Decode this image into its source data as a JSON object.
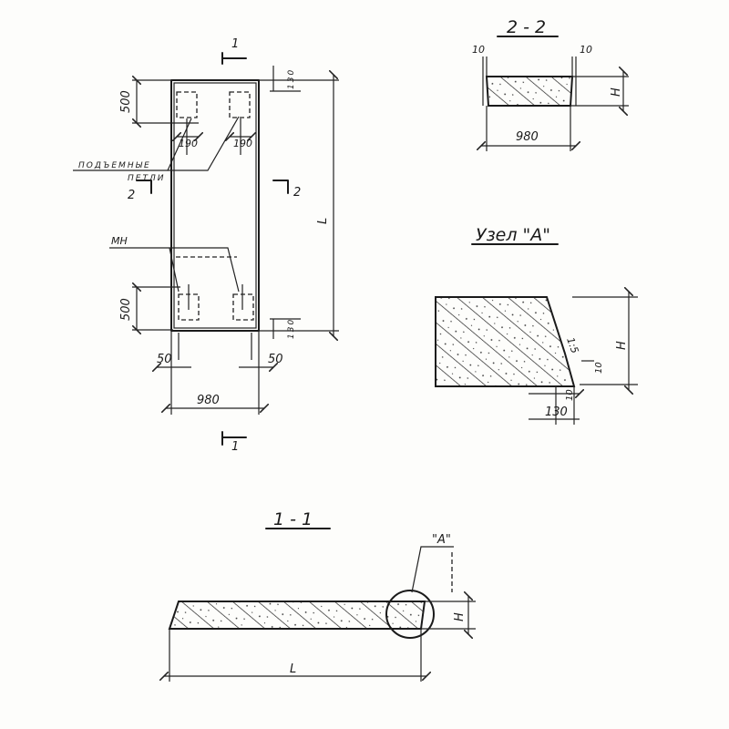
{
  "plan": {
    "section_mark_top": "1",
    "section_mark_bottom": "1",
    "section_mark_left": "2",
    "section_mark_right": "2",
    "dim_width": "980",
    "dim_length": "L",
    "dim_top_loops": "500",
    "dim_bottom_loops": "500",
    "dim_top_edge": "130",
    "dim_bottom_edge": "130",
    "dim_loop_left": "190",
    "dim_loop_right": "190",
    "dim_side_left": "50",
    "dim_side_right": "50",
    "label_loops_line1": "ПОДЪЕМНЫЕ",
    "label_loops_line2": "ПЕТЛИ",
    "label_mesh": "МН"
  },
  "section_2_2": {
    "title": "2 - 2",
    "dim_left": "10",
    "dim_right": "10",
    "dim_height": "H",
    "dim_width": "980"
  },
  "node_a": {
    "title": "Узел \"А\"",
    "dim_height": "H",
    "slope": "1:5",
    "dim_small": "10",
    "dim_tip": "10",
    "dim_bottom": "130"
  },
  "section_1_1": {
    "title": "1 - 1",
    "callout": "\"А\"",
    "dim_height": "H",
    "dim_length": "L"
  }
}
